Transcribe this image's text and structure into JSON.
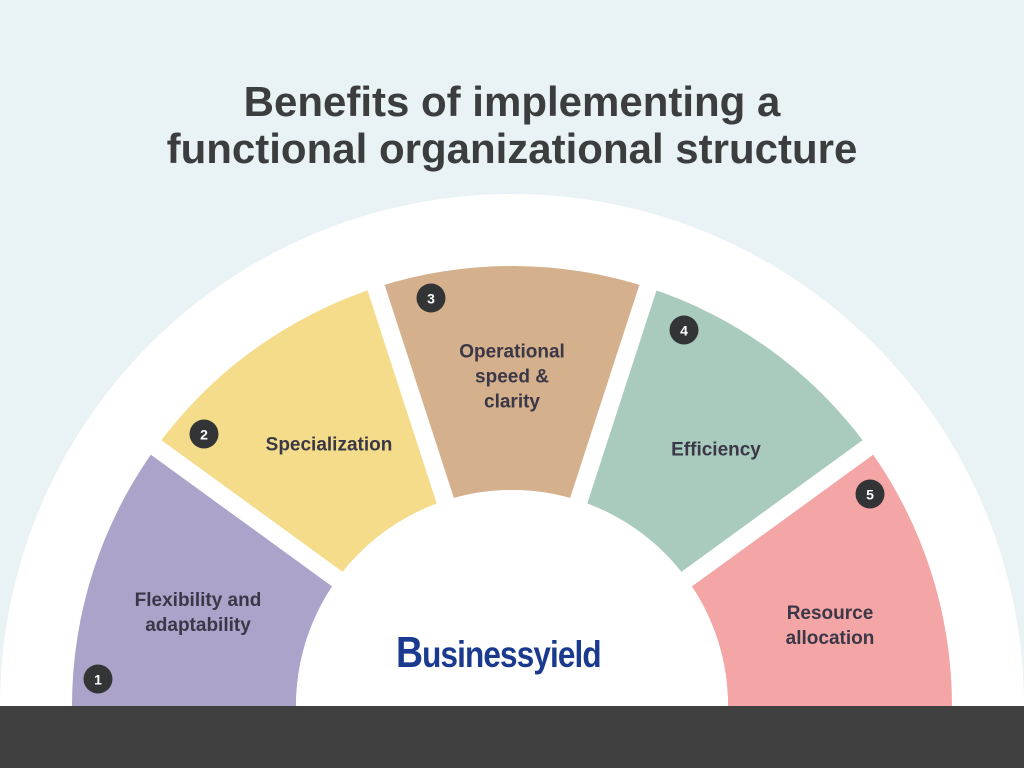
{
  "title_line1": "Benefits of implementing a",
  "title_line2": "functional organizational structure",
  "segments": [
    {
      "number": "1",
      "label_line1": "Flexibility and",
      "label_line2": "adaptability",
      "color": "#aba3c9"
    },
    {
      "number": "2",
      "label_line1": "Specialization",
      "label_line2": "",
      "color": "#f4dc8a"
    },
    {
      "number": "3",
      "label_line1": "Operational",
      "label_line2": "speed &",
      "label_line3": "clarity",
      "color": "#d4b08c"
    },
    {
      "number": "4",
      "label_line1": "Efficiency",
      "label_line2": "",
      "color": "#a9cbbd"
    },
    {
      "number": "5",
      "label_line1": "Resource",
      "label_line2": "allocation",
      "color": "#f4a5a5"
    }
  ],
  "logo": {
    "initial": "B",
    "rest": "usinessyield",
    "color": "#1a3a8f"
  }
}
